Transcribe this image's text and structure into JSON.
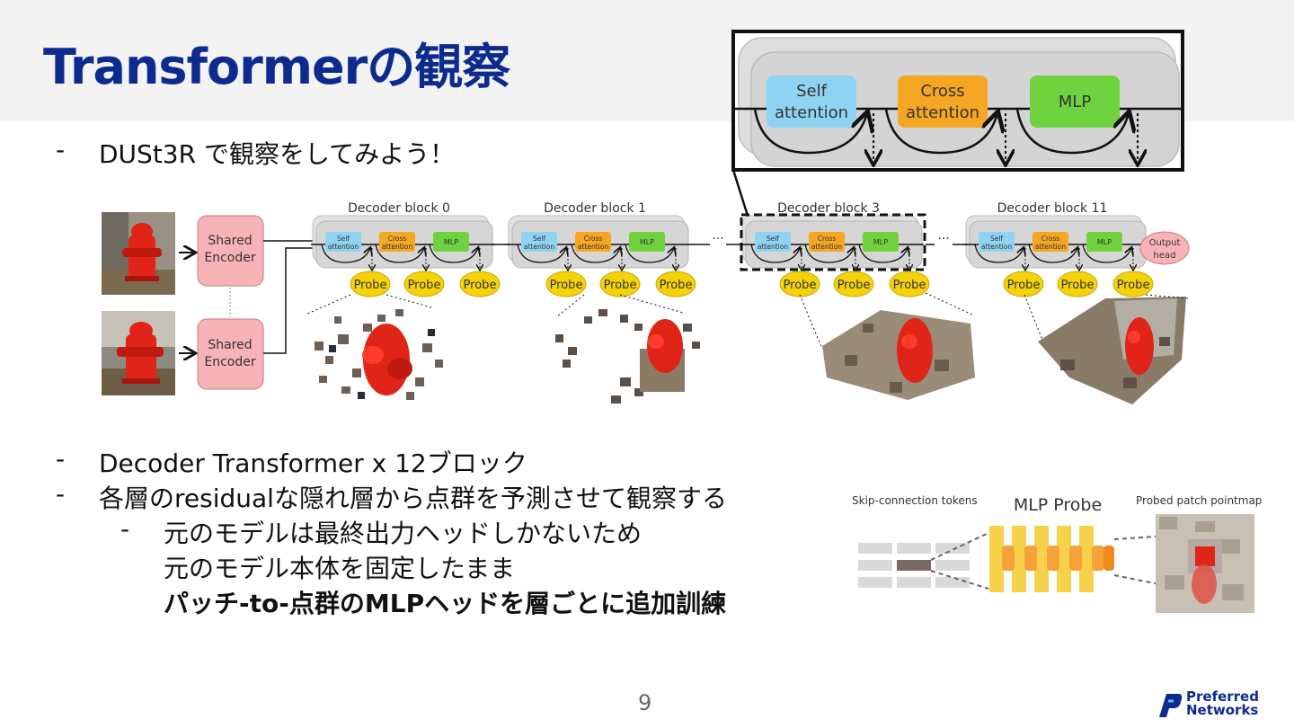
{
  "title": "Transformerの観察",
  "bullets": {
    "intro": "DUSt3R で観察をしてみよう！",
    "decoder": "Decoder Transformer x 12ブロック",
    "residual": "各層のresidualな隠れ層から点群を予測させて観察する",
    "sub1": "元のモデルは最終出力ヘッドしかないため",
    "sub2": "元のモデル本体を固定したまま",
    "sub3": "パッチ-to-点群のMLPヘッドを層ごとに追加訓練"
  },
  "zoom_inset": {
    "self_attention": [
      "Self",
      "attention"
    ],
    "cross_attention": [
      "Cross",
      "attention"
    ],
    "mlp": "MLP"
  },
  "pipeline": {
    "encoder_label": [
      "Shared",
      "Encoder"
    ],
    "blocks": [
      "Decoder block 0",
      "Decoder block 1",
      "Decoder block 3",
      "Decoder block 11"
    ],
    "small_self": [
      "Self",
      "attention"
    ],
    "small_cross": [
      "Cross",
      "attention"
    ],
    "small_mlp": "MLP",
    "probe": "Probe",
    "ellipsis": "···",
    "output_head": [
      "Output",
      "head"
    ]
  },
  "mlp_probe": {
    "left_label": "Skip-connection tokens",
    "center_label": "MLP Probe",
    "right_label": "Probed patch pointmap"
  },
  "page_number": "9",
  "logo": [
    "Preferred",
    "Networks"
  ],
  "colors": {
    "title": "#0d2b8e",
    "self_attention": "#8fd3f2",
    "cross_attention": "#f5a623",
    "mlp": "#6ed33f",
    "probe": "#f5d20a",
    "encoder": "#f7b3b6",
    "block_bg": "#d6d6d6"
  }
}
